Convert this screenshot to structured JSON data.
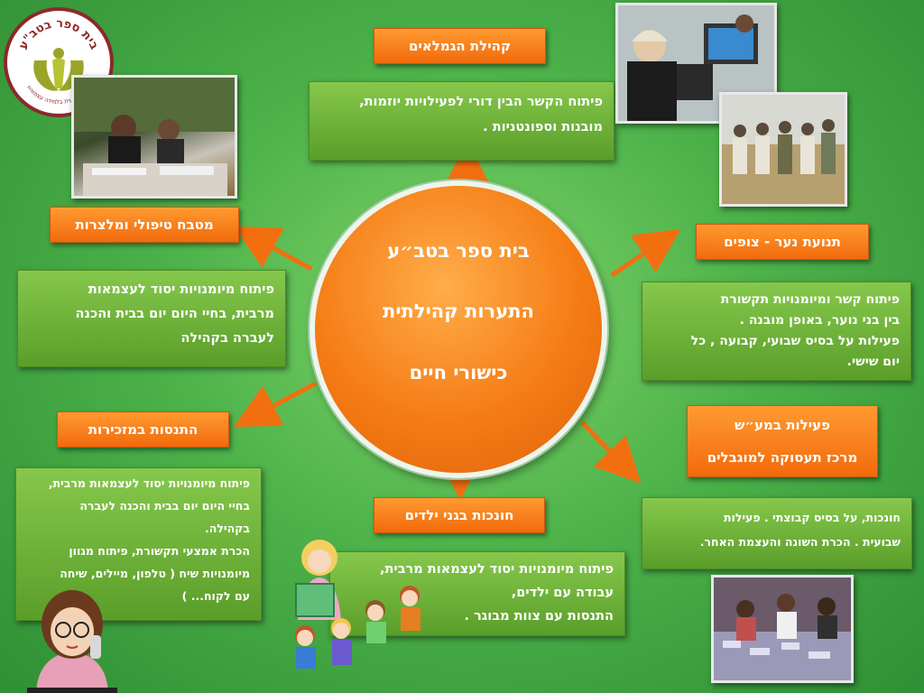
{
  "logo": {
    "ring_text": "בית ספר בטב\"ע",
    "sub_text": "בדרך טבעית בלמידה עצמאית"
  },
  "center": {
    "title": "בית ספר בטב״ע",
    "subtitle": "התערות קהילתית",
    "tagline": "כישורי חיים"
  },
  "nodes": {
    "kehilat_gamlaim": {
      "label": "קהילת הגמלאים",
      "desc": [
        "פיתוח הקשר הבין דורי לפעילויות יוזמות,",
        "מובנות וספונטניות ."
      ]
    },
    "mitbach": {
      "label": "מטבח טיפולי ומלצרות",
      "desc": [
        "פיתוח מיומנויות יסוד לעצמאות",
        "מרבית, בחיי היום יום בבית והכנה",
        "לעברה בקהילה"
      ]
    },
    "tnuat_noar": {
      "label": "תנועת נער - צופים",
      "desc": [
        "פיתוח קשר ומיומנויות תקשורת",
        "בין בני נוער, באופן מובנה .",
        "פעילות על בסיס שבועי, קבועה , כל",
        "יום שישי."
      ]
    },
    "mazkirut": {
      "label": "התנסות במזכירות",
      "desc": [
        "פיתוח מיומנויות יסוד לעצמאות מרבית,",
        "בחיי היום יום בבית והכנה לעברה",
        "בקהילה.",
        "הכרת אמצעי תקשורת, פיתוח מגוון",
        "מיומנויות שיח ( טלפון, מיילים, שיחה",
        "עם לקוח... )"
      ]
    },
    "maash": {
      "label_line1": "פעילות במע״ש",
      "label_line2": "מרכז תעסוקה למוגבלים",
      "desc": [
        "חונכות, על בסיס קבוצתי . פעילות",
        "שבועית . הכרת השונה והעצמת האחר."
      ]
    },
    "ganei_yeladim": {
      "label": "חונכות בגני ילדים",
      "desc": [
        "פיתוח מיומנויות יסוד לעצמאות מרבית,",
        "עבודה עם ילדים,",
        "התנסות עם צוות מבוגר ."
      ]
    }
  },
  "colors": {
    "accent_orange": "#f47a18",
    "box_green": "#6fb43a",
    "background_green": "#4db24a"
  }
}
